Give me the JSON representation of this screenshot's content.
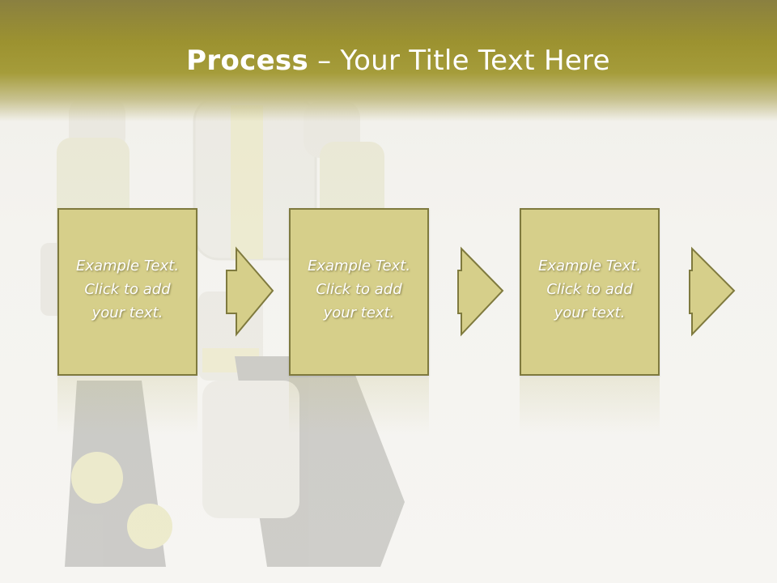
{
  "title": {
    "bold": "Process",
    "rest": " – Your Title Text Here"
  },
  "steps": [
    {
      "text": "Example Text.\nClick  to add\nyour text."
    },
    {
      "text": "Example Text.\nClick  to add\nyour text."
    },
    {
      "text": "Example Text.\nClick  to add\nyour text."
    }
  ],
  "colors": {
    "header": "#9c9230",
    "box_fill": "#d6cf8a",
    "box_border": "#7f7a3e"
  }
}
